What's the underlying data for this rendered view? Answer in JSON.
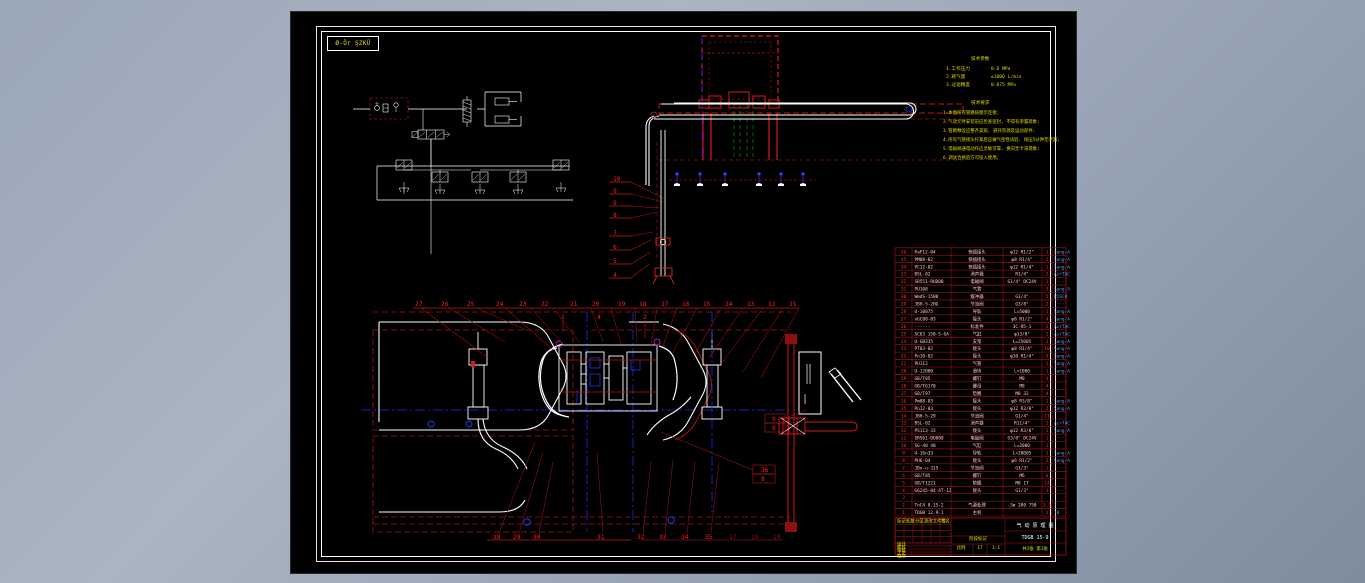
{
  "app": {
    "background_color": "#9aa7b8",
    "canvas_color": "#000000",
    "title_tag": "Ø-Ör ŞZKÜ"
  },
  "drawing": {
    "type": "cad-assembly-drawing",
    "sheet_label": "A1",
    "colors": {
      "white": "#ffffff",
      "red": "#ff2020",
      "dim_red": "#8a1414",
      "blue": "#2030ff",
      "green": "#00a000",
      "yellow": "#e0dc00",
      "magenta": "#c030c0"
    }
  },
  "callouts": {
    "top_row": [
      "27",
      "26",
      "25",
      "24",
      "23",
      "22",
      "21",
      "20",
      "19",
      "18",
      "17",
      "16",
      "15",
      "14",
      "13",
      "12",
      "11"
    ],
    "top_row_extra": [
      "1",
      "4",
      "2"
    ],
    "bottom_row": [
      "28",
      "29",
      "30",
      "31",
      "32",
      "33",
      "34",
      "35"
    ],
    "bottom_row_dim": [
      "17",
      "18",
      "19"
    ],
    "left_stack": [
      "10",
      "9",
      "9",
      "8",
      "7",
      "6",
      "5",
      "4"
    ],
    "right_pair": [
      "9",
      "8"
    ],
    "right_lower_pair": [
      "36",
      "8"
    ]
  },
  "notes_panel": {
    "title": "技术参数",
    "params": [
      {
        "label": "1.工作压力",
        "value": "0.6  MPa"
      },
      {
        "label": "2.耗气量",
        "value": "≤1000 L/min"
      },
      {
        "label": "3.过滤精度",
        "value": "0.075 MPa"
      }
    ],
    "subtitle": "技术要求",
    "lines": [
      "1.本图所有管路按图示连接;",
      "2.气动元件安装前应检查密封, 不得有渗漏现象;",
      "3.管路敷设应整齐美观, 避开热源及运动部件;",
      "4.所有气管接头拧紧后应做气密性试验, 保压5分钟无泄漏;",
      "5.电磁阀通电动作应灵敏可靠, 换向无卡滞现象;",
      "6.调试合格后方可投入使用。"
    ]
  },
  "bom": {
    "headers": [
      "序号",
      "代号",
      "名称",
      "规格",
      "数量",
      "备注"
    ],
    "rows": [
      {
        "no": "36",
        "code": "PaF12-04",
        "name": "快插接头",
        "spec": "φ12 R1/2\"",
        "qty": "1",
        "mfr": "Sang-A"
      },
      {
        "no": "35",
        "code": "PM08-02",
        "name": "快插接头",
        "spec": "φ8 R1/4\"",
        "qty": "2",
        "mfr": "Sang-A"
      },
      {
        "no": "34",
        "code": "PC12-02",
        "name": "快插接头",
        "spec": "φ12 R1/4\"",
        "qty": "1",
        "mfr": "Sang-A"
      },
      {
        "no": "33",
        "code": "BSL-02",
        "name": "消声器",
        "spec": "R1/4\"",
        "qty": "2",
        "mfr": "AirTAC"
      },
      {
        "no": "32",
        "code": "SR551-RUD00",
        "name": "电磁阀",
        "spec": "G1/4\" DC24V",
        "qty": "1",
        "mfr": "····"
      },
      {
        "no": "31",
        "code": "PU108",
        "name": "气管",
        "spec": "",
        "qty": "3",
        "mfr": "Sang-A"
      },
      {
        "no": "30",
        "code": "WmdS-1500",
        "name": "缓冲器",
        "spec": "G1/4\"",
        "qty": "5",
        "mfr": "PISCO"
      },
      {
        "no": "29",
        "code": "JBH-5-2HG",
        "name": "节流阀",
        "spec": "G3/8\"",
        "qty": "2",
        "mfr": "····"
      },
      {
        "no": "28",
        "code": "U-10075",
        "name": "导轨",
        "spec": "L=5000",
        "qty": "1",
        "mfr": "Sang-A"
      },
      {
        "no": "27",
        "code": "nGC08-03",
        "name": "接头",
        "spec": "φ8 R1/2\"",
        "qty": "4",
        "mfr": "Sang-A"
      },
      {
        "no": "26",
        "code": "······",
        "name": "标准件",
        "spec": "3C-R5-1",
        "qty": "2",
        "mfr": "AirTAC"
      },
      {
        "no": "25",
        "code": "SC63 150-S-GA",
        "name": "气缸",
        "spec": "φ13/8\"",
        "qty": "2",
        "mfr": "AirTAC"
      },
      {
        "no": "24",
        "code": "U-GB335",
        "name": "支架",
        "spec": "L=25005",
        "qty": "1",
        "mfr": "Sang-A"
      },
      {
        "no": "23",
        "code": "PT03-02",
        "name": "接头",
        "spec": "φ8 R1/4\"",
        "qty": "10",
        "mfr": "Sang-A"
      },
      {
        "no": "22",
        "code": "Pn10-02",
        "name": "接头",
        "spec": "φ10 R1/4\"",
        "qty": "5",
        "mfr": "Sang-A"
      },
      {
        "no": "21",
        "code": "PU112",
        "name": "气管",
        "spec": "",
        "qty": "1",
        "mfr": "Sang-A"
      },
      {
        "no": "20",
        "code": "U-12000",
        "name": "滑块",
        "spec": "L=1000",
        "qty": "1",
        "mfr": "Sang-A"
      },
      {
        "no": "19",
        "code": "GB/T85",
        "name": "螺钉",
        "spec": "M8",
        "qty": "4",
        "mfr": ""
      },
      {
        "no": "18",
        "code": "GB/T6170",
        "name": "螺母",
        "spec": "M8",
        "qty": "4",
        "mfr": ""
      },
      {
        "no": "17",
        "code": "GB/T97",
        "name": "垫圈",
        "spec": "M8 32",
        "qty": "4",
        "mfr": ""
      },
      {
        "no": "16",
        "code": "Pm08-03",
        "name": "接头",
        "spec": "φ8 R3/8\"",
        "qty": "1",
        "mfr": "Sang-A"
      },
      {
        "no": "15",
        "code": "Pn12-03",
        "name": "接头",
        "spec": "φ12 R3/8\"",
        "qty": "2",
        "mfr": "Sang-A"
      },
      {
        "no": "14",
        "code": "JBH-5-29",
        "name": "节流阀",
        "spec": "G1/4\"",
        "qty": "11",
        "mfr": ""
      },
      {
        "no": "13",
        "code": "BSL-02",
        "name": "消声器",
        "spec": "R11/4\"",
        "qty": "1",
        "mfr": "AirTAC"
      },
      {
        "no": "12",
        "code": "PS113-33",
        "name": "接头",
        "spec": "φ12 R3/8\"",
        "qty": "1",
        "mfr": "Sang-A"
      },
      {
        "no": "11",
        "code": "SRS61-DU800",
        "name": "电磁阀",
        "spec": "G3/8\" DC24V",
        "qty": "1",
        "mfr": "····"
      },
      {
        "no": "10",
        "code": "SG-40 40",
        "name": "气缸",
        "spec": "L=2000",
        "qty": "1",
        "mfr": ""
      },
      {
        "no": "9",
        "code": "U-16n33",
        "name": "导轨",
        "spec": "L=20005",
        "qty": "1",
        "mfr": "Sang-A"
      },
      {
        "no": "8",
        "code": "PU6-04",
        "name": "接头",
        "spec": "φ6 R1/2\"",
        "qty": "2",
        "mfr": "Sang-A"
      },
      {
        "no": "7",
        "code": "JBn-u-315",
        "name": "节流阀",
        "spec": "G1/3\"",
        "qty": "1",
        "mfr": "····"
      },
      {
        "no": "6",
        "code": "GB/T85",
        "name": "螺钉",
        "spec": "M6",
        "qty": "6",
        "mfr": ""
      },
      {
        "no": "5",
        "code": "GB/T1221",
        "name": "垫圈",
        "spec": "M8 17",
        "qty": "14",
        "mfr": ""
      },
      {
        "no": "4",
        "code": "G6245-04-4T-12",
        "name": "接头",
        "spec": "G1/3\"",
        "qty": "1",
        "mfr": "····"
      },
      {
        "no": "3",
        "code": "",
        "name": "",
        "spec": "",
        "qty": "",
        "mfr": ""
      },
      {
        "no": "2",
        "code": "TnC4 0.15-2",
        "name": "气源处理",
        "spec": "-3ø 200 750",
        "qty": "3.5",
        "mfr": "7"
      },
      {
        "no": "1",
        "code": "TDGB 12.9-1",
        "name": "主机",
        "spec": "",
        "qty": "1",
        "mfr": "10"
      }
    ]
  },
  "title_block": {
    "drawing_number": "TDGB 15-9",
    "company": "气 动 原 理 图",
    "stage_label": "阶段标记",
    "sheet_label": "共1张 第1张",
    "scale_label": "比例",
    "weight_label": "重量",
    "signature_rows": [
      "标记",
      "处数",
      "分区",
      "更改文件号",
      "签名",
      "年月日"
    ],
    "roles": [
      "设计",
      "校对",
      "审核",
      "工艺",
      "批准"
    ],
    "cells": [
      "17",
      "1:1"
    ]
  },
  "status": {
    "zoom": "",
    "coordinates": ""
  }
}
